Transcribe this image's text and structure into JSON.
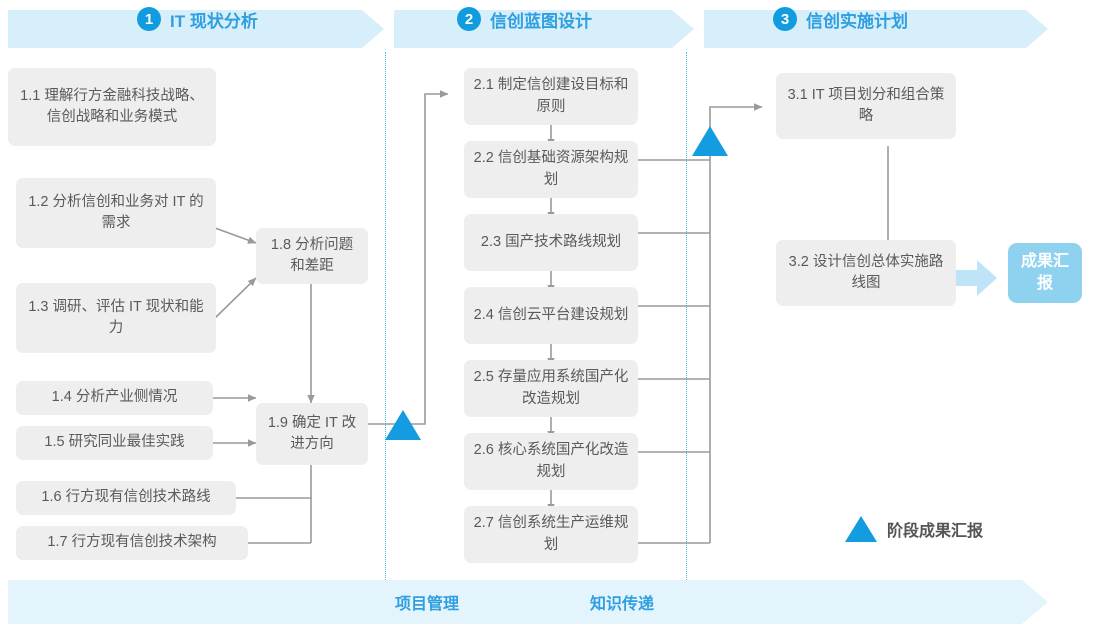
{
  "phases": [
    {
      "num": "1",
      "title": "IT 现状分析"
    },
    {
      "num": "2",
      "title": "信创蓝图设计"
    },
    {
      "num": "3",
      "title": "信创实施计划"
    }
  ],
  "phase1_tasks": [
    {
      "id": "1.1",
      "text": "1.1 理解行方金融科技战略、信创战略和业务模式"
    },
    {
      "id": "1.2",
      "text": "1.2 分析信创和业务对 IT 的需求"
    },
    {
      "id": "1.3",
      "text": "1.3 调研、评估 IT 现状和能力"
    },
    {
      "id": "1.4",
      "text": "1.4 分析产业侧情况"
    },
    {
      "id": "1.5",
      "text": "1.5 研究同业最佳实践"
    },
    {
      "id": "1.6",
      "text": "1.6 行方现有信创技术路线"
    },
    {
      "id": "1.7",
      "text": "1.7 行方现有信创技术架构"
    },
    {
      "id": "1.8",
      "text": "1.8 分析问题和差距"
    },
    {
      "id": "1.9",
      "text": "1.9 确定 IT 改进方向"
    }
  ],
  "phase2_tasks": [
    {
      "id": "2.1",
      "text": "2.1 制定信创建设目标和原则"
    },
    {
      "id": "2.2",
      "text": "2.2 信创基础资源架构规划"
    },
    {
      "id": "2.3",
      "text": "2.3 国产技术路线规划"
    },
    {
      "id": "2.4",
      "text": "2.4 信创云平台建设规划"
    },
    {
      "id": "2.5",
      "text": "2.5 存量应用系统国产化改造规划"
    },
    {
      "id": "2.6",
      "text": "2.6 核心系统国产化改造规划"
    },
    {
      "id": "2.7",
      "text": "2.7 信创系统生产运维规划"
    }
  ],
  "phase3_tasks": [
    {
      "id": "3.1",
      "text": "3.1 IT 项目划分和组合策略"
    },
    {
      "id": "3.2",
      "text": "3.2 设计信创总体实施路线图"
    }
  ],
  "deliverable": {
    "text": "成果汇报"
  },
  "legend": {
    "marker_label": "阶段成果汇报"
  },
  "bottom": {
    "left_label": "项目管理",
    "right_label": "知识传递"
  },
  "colors": {
    "accent": "#109cdf",
    "phase_bar": "#d7eefb",
    "box_fill": "#eeeeee",
    "box_text": "#5a5a5a",
    "deliverable_fill": "#8fd2f0",
    "bottom_bar": "#e3f4fc",
    "connector": "#9a9a9a",
    "divider": "#49b6e8"
  }
}
